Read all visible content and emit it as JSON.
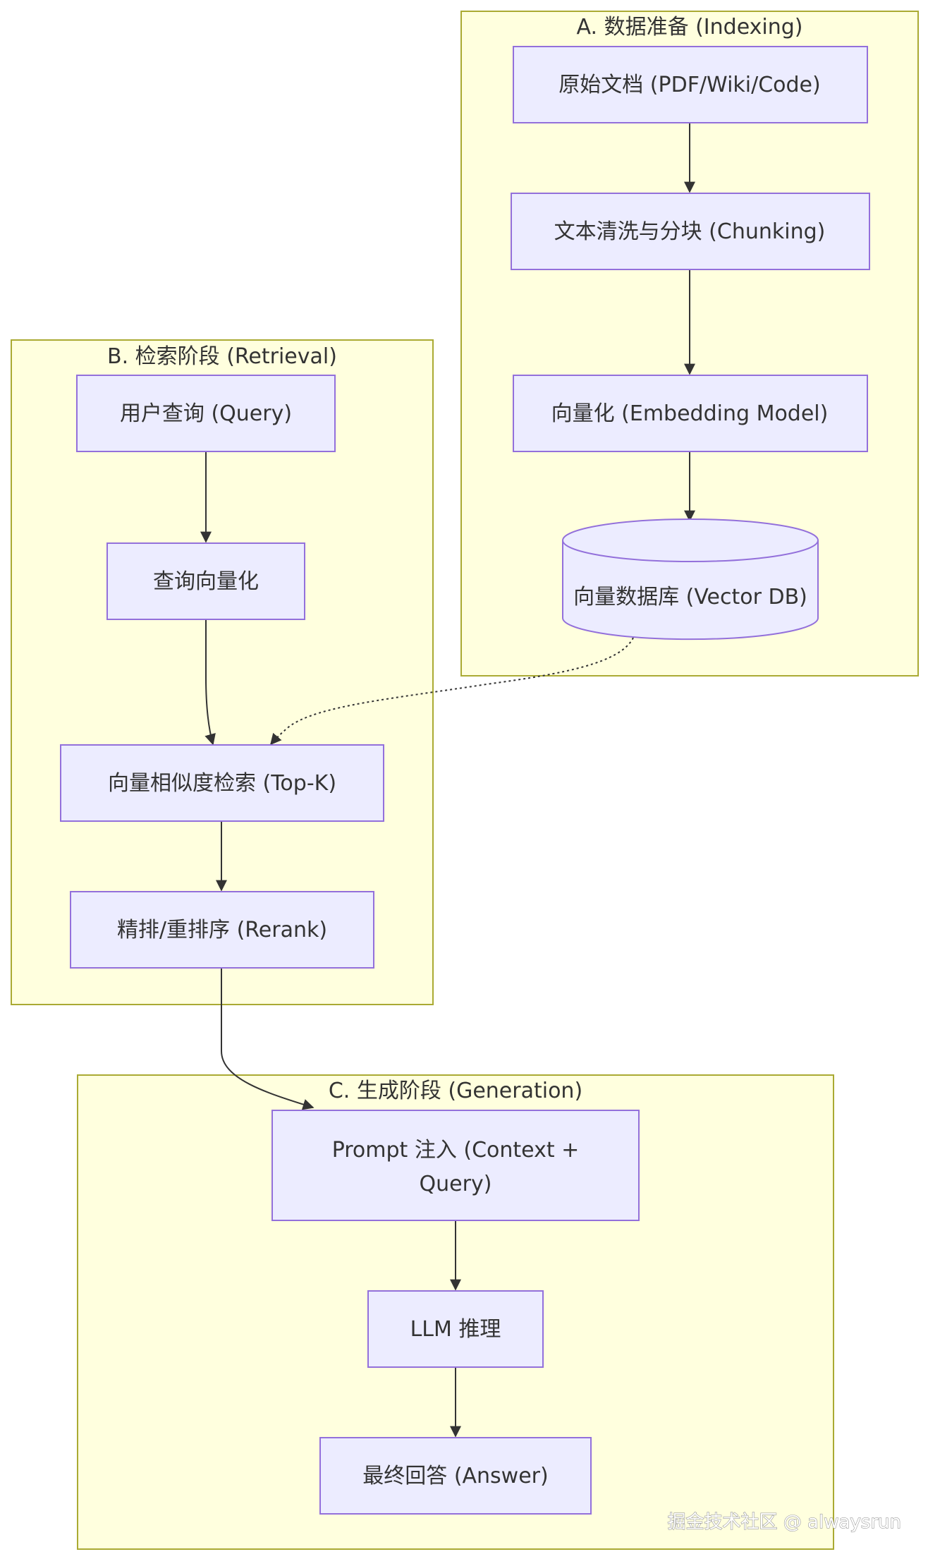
{
  "clusters": {
    "indexing": {
      "title": "A. 数据准备 (Indexing)"
    },
    "retrieval": {
      "title": "B. 检索阶段 (Retrieval)"
    },
    "generation": {
      "title": "C. 生成阶段 (Generation)"
    }
  },
  "nodes": {
    "raw_docs": "原始文档 (PDF/Wiki/Code)",
    "chunking": "文本清洗与分块 (Chunking)",
    "embedding": "向量化 (Embedding Model)",
    "vector_db": "向量数据库 (Vector DB)",
    "user_query": "用户查询 (Query)",
    "query_embed": "查询向量化",
    "similarity_search": "向量相似度检索 (Top-K)",
    "rerank": "精排/重排序 (Rerank)",
    "prompt_line1": "Prompt 注入 (Context +",
    "prompt_line2": "Query)",
    "llm": "LLM 推理",
    "answer": "最终回答 (Answer)"
  },
  "edges": [
    {
      "from": "raw_docs",
      "to": "chunking",
      "style": "solid"
    },
    {
      "from": "chunking",
      "to": "embedding",
      "style": "solid"
    },
    {
      "from": "embedding",
      "to": "vector_db",
      "style": "solid"
    },
    {
      "from": "user_query",
      "to": "query_embed",
      "style": "solid"
    },
    {
      "from": "query_embed",
      "to": "similarity_search",
      "style": "solid"
    },
    {
      "from": "vector_db",
      "to": "similarity_search",
      "style": "dotted"
    },
    {
      "from": "similarity_search",
      "to": "rerank",
      "style": "solid"
    },
    {
      "from": "rerank",
      "to": "prompt",
      "style": "solid"
    },
    {
      "from": "prompt",
      "to": "llm",
      "style": "solid"
    },
    {
      "from": "llm",
      "to": "answer",
      "style": "solid"
    }
  ],
  "colors": {
    "cluster_fill": "#ffffde",
    "cluster_stroke": "#aaaa33",
    "node_fill": "#ececff",
    "node_stroke": "#9370db",
    "edge": "#333333"
  },
  "watermark": "掘金技术社区 @ alwaysrun"
}
